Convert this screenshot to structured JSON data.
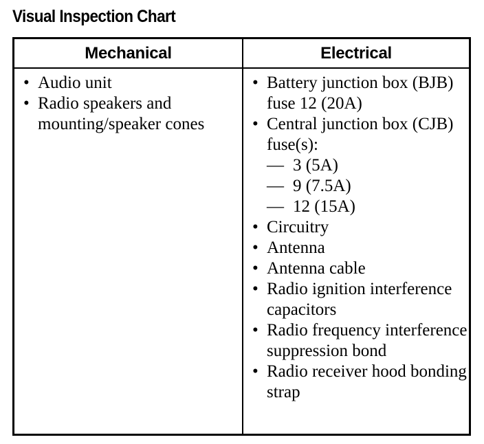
{
  "page": {
    "title": "Visual Inspection Chart"
  },
  "table": {
    "columns": [
      {
        "id": "mechanical",
        "header": "Mechanical"
      },
      {
        "id": "electrical",
        "header": "Electrical"
      }
    ],
    "bullet_glyph": "•",
    "dash_glyph": "—",
    "mechanical": {
      "items": [
        {
          "text": "Audio unit"
        },
        {
          "text": "Radio speakers and mounting/speaker cones"
        }
      ]
    },
    "electrical": {
      "items": [
        {
          "text": "Battery junction box (BJB) fuse 12 (20A)"
        },
        {
          "text": "Central junction box (CJB) fuse(s):",
          "subitems": [
            {
              "text": "3 (5A)"
            },
            {
              "text": "9 (7.5A)"
            },
            {
              "text": "12 (15A)"
            }
          ]
        },
        {
          "text": "Circuitry"
        },
        {
          "text": "Antenna"
        },
        {
          "text": "Antenna cable"
        },
        {
          "text": "Radio ignition interference capacitors"
        },
        {
          "text": "Radio frequency interference suppression bond"
        },
        {
          "text": "Radio receiver hood bonding strap"
        }
      ]
    }
  },
  "colors": {
    "text": "#000000",
    "background": "#ffffff",
    "border": "#000000"
  }
}
